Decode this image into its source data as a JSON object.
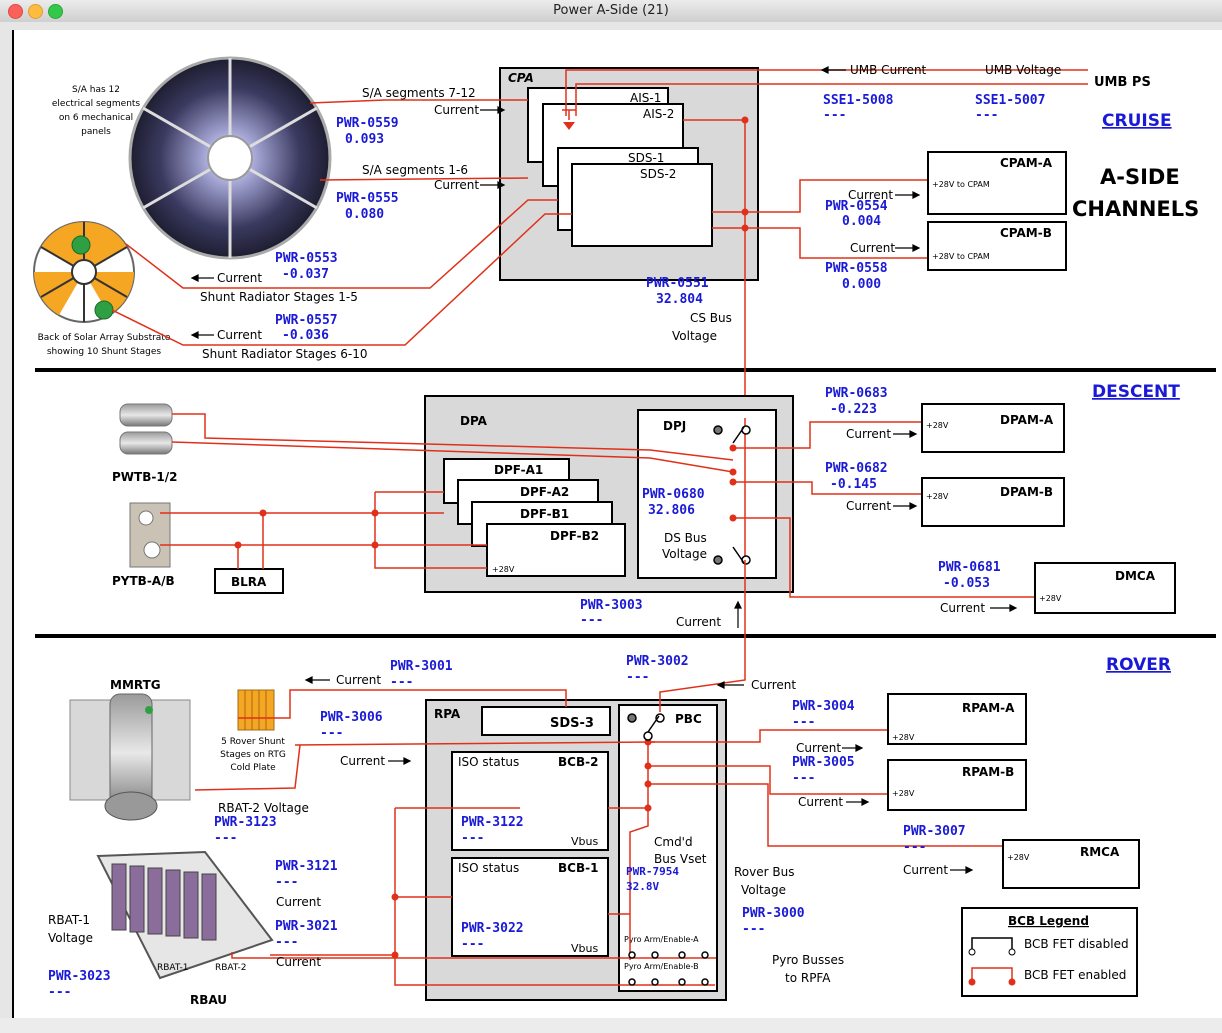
{
  "window": {
    "title": "Power A-Side (21)"
  },
  "sections": {
    "cruise": "CRUISE",
    "descent": "DESCENT",
    "rover": "ROVER",
    "heading": [
      "A-SIDE",
      "CHANNELS"
    ]
  },
  "boxes": {
    "cpa": "CPA",
    "ais1": "AIS-1",
    "ais2": "AIS-2",
    "sds1": "SDS-1",
    "sds2": "SDS-2",
    "cpam_a": "CPAM-A",
    "cpam_b": "CPAM-B",
    "cpam_in": "+28V to CPAM",
    "dpa": "DPA",
    "dpj": "DPJ",
    "dpf_a1": "DPF-A1",
    "dpf_a2": "DPF-A2",
    "dpf_b1": "DPF-B1",
    "dpf_b2": "DPF-B2",
    "dpf_in": "+28V",
    "dpam_a": "DPAM-A",
    "dpam_b": "DPAM-B",
    "dmca": "DMCA",
    "p28v": "+28V",
    "blra": "BLRA",
    "pwtb": "PWTB-1/2",
    "pytb": "PYTB-A/B",
    "rpa": "RPA",
    "sds3": "SDS-3",
    "pbc": "PBC",
    "bcb2": "BCB-2",
    "bcb1": "BCB-1",
    "iso": "ISO status",
    "vbus": "Vbus",
    "rpam_a": "RPAM-A",
    "rpam_b": "RPAM-B",
    "rmca": "RMCA",
    "mmrtg": "MMRTG",
    "rbau": "RBAU",
    "rbat1": "RBAT-1",
    "rbat2": "RBAT-2",
    "pyro_a": "Pyro Arm/Enable-A",
    "pyro_b": "Pyro Arm/Enable-B"
  },
  "texts": {
    "sa_note": [
      "S/A has 12",
      "electrical segments",
      "on 6 mechanical",
      "panels"
    ],
    "sa_seg_7_12": "S/A segments 7-12",
    "sa_seg_1_6": "S/A segments 1-6",
    "current": "Current",
    "umb_current": "UMB Current",
    "umb_voltage": "UMB Voltage",
    "umb_ps": "UMB PS",
    "shunt_1_5": "Shunt Radiator Stages 1-5",
    "shunt_6_10": "Shunt Radiator Stages 6-10",
    "back_note": [
      "Back of Solar Array Substrate",
      "showing 10 Shunt Stages"
    ],
    "cs_bus": [
      "CS Bus",
      "Voltage"
    ],
    "ds_bus": [
      "DS Bus",
      "Voltage"
    ],
    "rover_shunt": [
      "5 Rover Shunt",
      "Stages on RTG",
      "Cold Plate"
    ],
    "rbat2_voltage": "RBAT-2 Voltage",
    "rbat1_voltage": [
      "RBAT-1",
      "Voltage"
    ],
    "cmd_bus": [
      "Cmd'd",
      "Bus Vset"
    ],
    "rover_bus": [
      "Rover Bus",
      "Voltage"
    ],
    "pyro_busses": [
      "Pyro Busses",
      "to RPFA"
    ],
    "legend_title": "BCB Legend",
    "legend_disabled": "BCB FET disabled",
    "legend_enabled": "BCB FET enabled"
  },
  "telemetry": {
    "sse1_5008": {
      "id": "SSE1-5008",
      "val": "---"
    },
    "sse1_5007": {
      "id": "SSE1-5007",
      "val": "---"
    },
    "pwr_0559": {
      "id": "PWR-0559",
      "val": "0.093"
    },
    "pwr_0555": {
      "id": "PWR-0555",
      "val": "0.080"
    },
    "pwr_0553": {
      "id": "PWR-0553",
      "val": "-0.037"
    },
    "pwr_0557": {
      "id": "PWR-0557",
      "val": "-0.036"
    },
    "pwr_0554": {
      "id": "PWR-0554",
      "val": "0.004"
    },
    "pwr_0558": {
      "id": "PWR-0558",
      "val": "0.000"
    },
    "pwr_0551": {
      "id": "PWR-0551",
      "val": "32.804"
    },
    "pwr_0683": {
      "id": "PWR-0683",
      "val": "-0.223"
    },
    "pwr_0682": {
      "id": "PWR-0682",
      "val": "-0.145"
    },
    "pwr_0680": {
      "id": "PWR-0680",
      "val": "32.806"
    },
    "pwr_0681": {
      "id": "PWR-0681",
      "val": "-0.053"
    },
    "pwr_3003": {
      "id": "PWR-3003",
      "val": "---"
    },
    "pwr_3001": {
      "id": "PWR-3001",
      "val": "---"
    },
    "pwr_3002": {
      "id": "PWR-3002",
      "val": "---"
    },
    "pwr_3006": {
      "id": "PWR-3006",
      "val": "---"
    },
    "pwr_3004": {
      "id": "PWR-3004",
      "val": "---"
    },
    "pwr_3005": {
      "id": "PWR-3005",
      "val": "---"
    },
    "pwr_3123": {
      "id": "PWR-3123",
      "val": "---"
    },
    "pwr_3122": {
      "id": "PWR-3122",
      "val": "---"
    },
    "pwr_3007": {
      "id": "PWR-3007",
      "val": "---"
    },
    "pwr_3121": {
      "id": "PWR-3121",
      "val": "---"
    },
    "pwr_7954": {
      "id": "PWR-7954",
      "val": "32.8V"
    },
    "pwr_3021": {
      "id": "PWR-3021",
      "val": "---"
    },
    "pwr_3000": {
      "id": "PWR-3000",
      "val": "---"
    },
    "pwr_3022": {
      "id": "PWR-3022",
      "val": "---"
    },
    "pwr_3023": {
      "id": "PWR-3023",
      "val": "---"
    }
  },
  "colors": {
    "wire": "#e0301a",
    "telemetry": "#1a1ad6",
    "panel": "#d9d9d9"
  }
}
